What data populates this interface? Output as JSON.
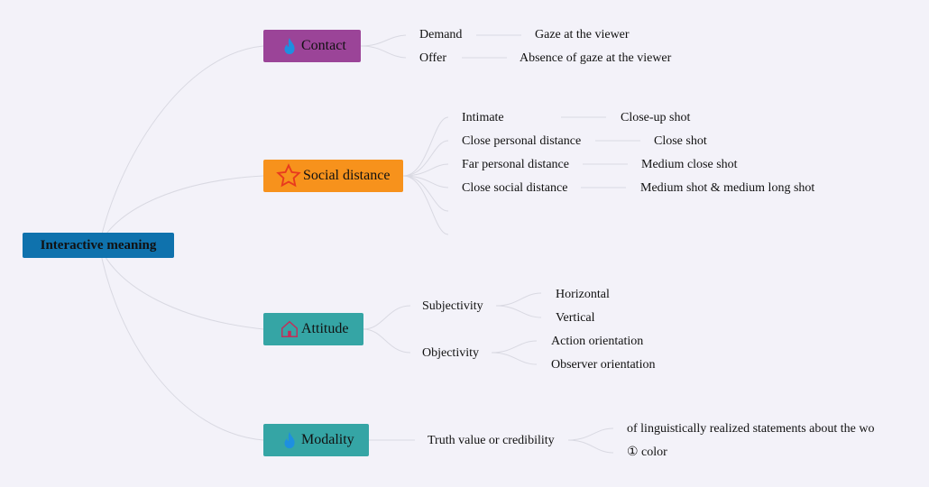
{
  "root": {
    "label": "Interactive meaning",
    "color": "#0f72ad"
  },
  "branches": [
    {
      "label": "Contact",
      "icon": "fire-icon",
      "color": "#9b4498",
      "children": [
        {
          "label": "Demand",
          "child": "Gaze at the viewer"
        },
        {
          "label": "Offer",
          "child": "Absence of gaze at the viewer"
        }
      ]
    },
    {
      "label": "Social distance",
      "icon": "star-icon",
      "color": "#f7921c",
      "children": [
        {
          "label": "Intimate",
          "child": "Close-up shot"
        },
        {
          "label": "Close personal distance",
          "child": "Close shot"
        },
        {
          "label": "Far personal distance",
          "child": "Medium close shot"
        },
        {
          "label": "Close social distance",
          "child": "Medium shot & medium long shot"
        }
      ]
    },
    {
      "label": "Attitude",
      "icon": "house-icon",
      "color": "#35a5a5",
      "children": [
        {
          "label": "Subjectivity",
          "children": [
            "Horizontal",
            "Vertical"
          ]
        },
        {
          "label": "Objectivity",
          "children": [
            "Action orientation",
            "Observer orientation"
          ]
        }
      ]
    },
    {
      "label": "Modality",
      "icon": "fire-icon",
      "color": "#35a5a5",
      "children": [
        {
          "label": "Truth value or credibility",
          "children": [
            "of linguistically realized statements about the wo",
            "① color"
          ]
        }
      ]
    }
  ]
}
